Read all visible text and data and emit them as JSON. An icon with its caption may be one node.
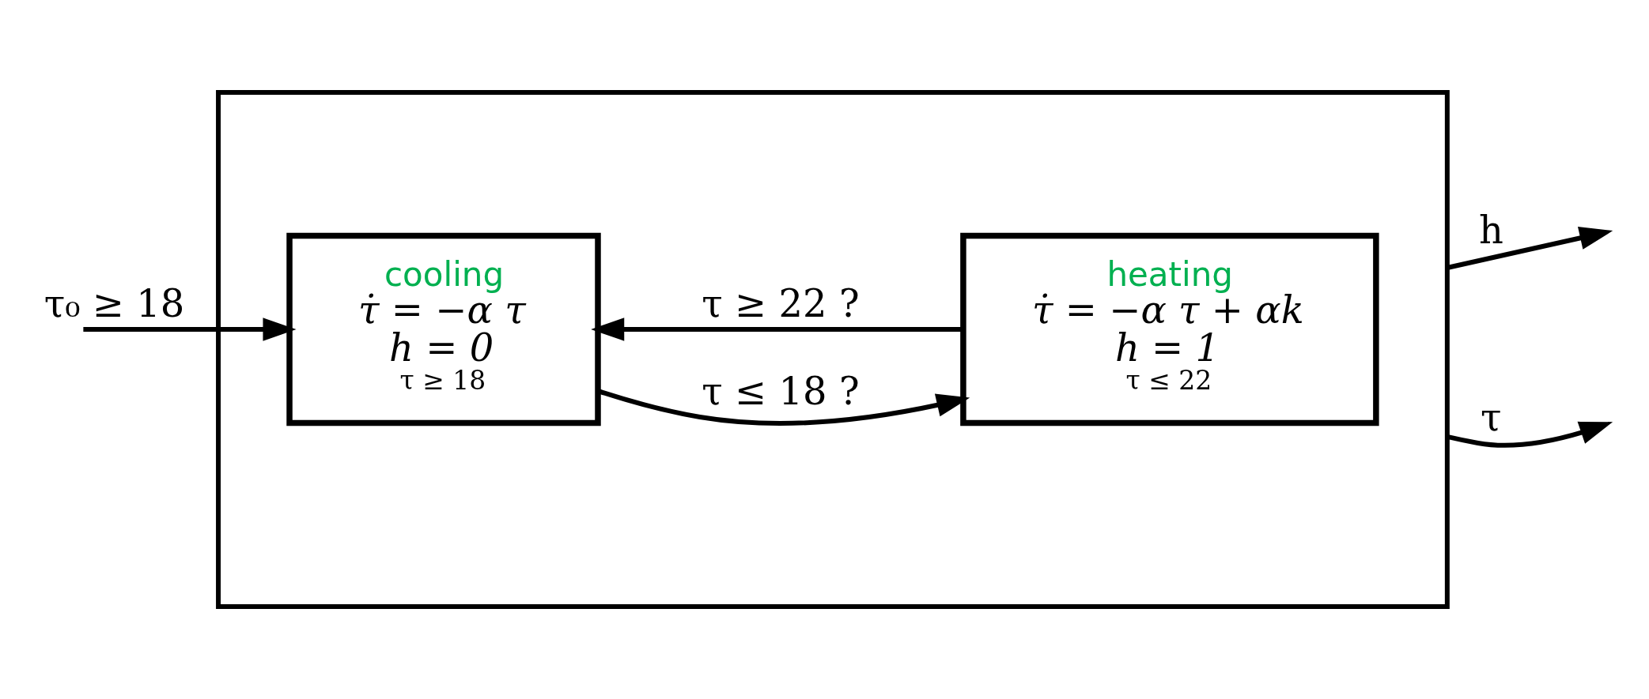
{
  "diagram": {
    "nodes": [
      {
        "text": [],
        "shape": "box"
      },
      {
        "text": [
          "cooling",
          "τ̇ = −α τ",
          "h = 0",
          "τ ≥ 18"
        ],
        "in": 0
      },
      {
        "text": [
          "heating",
          "τ̇ = −α τ + αk",
          "h = 1",
          "τ ≤ 22"
        ],
        "in": 0
      }
    ],
    "edges": [
      {
        "from": 1,
        "to": 2,
        "arrow": "to",
        "label": "τ ≤ 18 ?"
      },
      {
        "from": 2,
        "to": 1,
        "arrow": "to",
        "label": "τ ≥ 22 ?"
      },
      {
        "from": null,
        "to": 1,
        "arrow": "to",
        "label": "τ₀ ≥ 18"
      },
      {
        "from": 0,
        "to": null,
        "arrow": "to",
        "label": "h"
      },
      {
        "from": 0,
        "to": null,
        "arrow": "to",
        "label": "τ"
      }
    ]
  }
}
